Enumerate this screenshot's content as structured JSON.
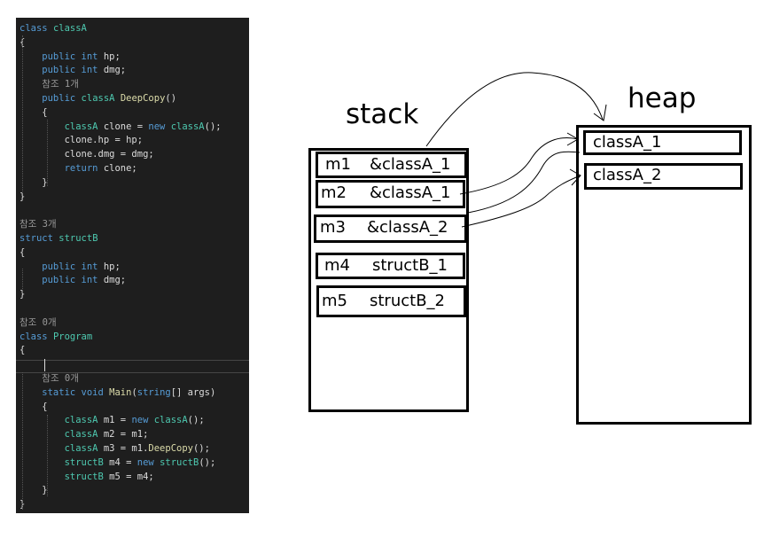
{
  "code": {
    "lines": [
      [
        {
          "t": "class ",
          "c": "kw"
        },
        {
          "t": "classA",
          "c": "type"
        }
      ],
      [
        {
          "t": "{",
          "c": "plain"
        }
      ],
      [
        {
          "t": "    public int ",
          "c": "kw"
        },
        {
          "t": "hp;",
          "c": "plain"
        }
      ],
      [
        {
          "t": "    public int ",
          "c": "kw"
        },
        {
          "t": "dmg;",
          "c": "plain"
        }
      ],
      [
        {
          "t": "    참조 1개",
          "c": "ref"
        }
      ],
      [
        {
          "t": "    public ",
          "c": "kw"
        },
        {
          "t": "classA ",
          "c": "type"
        },
        {
          "t": "DeepCopy",
          "c": "method"
        },
        {
          "t": "()",
          "c": "plain"
        }
      ],
      [
        {
          "t": "    {",
          "c": "plain"
        }
      ],
      [
        {
          "t": "        classA ",
          "c": "type"
        },
        {
          "t": "clone = ",
          "c": "plain"
        },
        {
          "t": "new ",
          "c": "kw"
        },
        {
          "t": "classA",
          "c": "type"
        },
        {
          "t": "();",
          "c": "plain"
        }
      ],
      [
        {
          "t": "        clone.hp = hp;",
          "c": "plain"
        }
      ],
      [
        {
          "t": "        clone.dmg = dmg;",
          "c": "plain"
        }
      ],
      [
        {
          "t": "        return ",
          "c": "kw"
        },
        {
          "t": "clone;",
          "c": "plain"
        }
      ],
      [
        {
          "t": "    }",
          "c": "plain"
        }
      ],
      [
        {
          "t": "}",
          "c": "plain"
        }
      ],
      [],
      [
        {
          "t": "참조 3개",
          "c": "ref"
        }
      ],
      [
        {
          "t": "struct ",
          "c": "kw"
        },
        {
          "t": "structB",
          "c": "type"
        }
      ],
      [
        {
          "t": "{",
          "c": "plain"
        }
      ],
      [
        {
          "t": "    public int ",
          "c": "kw"
        },
        {
          "t": "hp;",
          "c": "plain"
        }
      ],
      [
        {
          "t": "    public int ",
          "c": "kw"
        },
        {
          "t": "dmg;",
          "c": "plain"
        }
      ],
      [
        {
          "t": "}",
          "c": "plain"
        }
      ],
      [],
      [
        {
          "t": "참조 0개",
          "c": "ref"
        }
      ],
      [
        {
          "t": "class ",
          "c": "kw"
        },
        {
          "t": "Program",
          "c": "type"
        }
      ],
      [
        {
          "t": "{",
          "c": "plain"
        }
      ],
      [],
      [
        {
          "t": "    참조 0개",
          "c": "ref"
        }
      ],
      [
        {
          "t": "    static void ",
          "c": "kw"
        },
        {
          "t": "Main",
          "c": "method"
        },
        {
          "t": "(",
          "c": "plain"
        },
        {
          "t": "string",
          "c": "kw"
        },
        {
          "t": "[] args)",
          "c": "plain"
        }
      ],
      [
        {
          "t": "    {",
          "c": "plain"
        }
      ],
      [
        {
          "t": "        classA ",
          "c": "type"
        },
        {
          "t": "m1 = ",
          "c": "plain"
        },
        {
          "t": "new ",
          "c": "kw"
        },
        {
          "t": "classA",
          "c": "type"
        },
        {
          "t": "();",
          "c": "plain"
        }
      ],
      [
        {
          "t": "        classA ",
          "c": "type"
        },
        {
          "t": "m2 = m1;",
          "c": "plain"
        }
      ],
      [
        {
          "t": "        classA ",
          "c": "type"
        },
        {
          "t": "m3 = m1.",
          "c": "plain"
        },
        {
          "t": "DeepCopy",
          "c": "method"
        },
        {
          "t": "();",
          "c": "plain"
        }
      ],
      [
        {
          "t": "        structB ",
          "c": "type"
        },
        {
          "t": "m4 = ",
          "c": "plain"
        },
        {
          "t": "new ",
          "c": "kw"
        },
        {
          "t": "structB",
          "c": "type"
        },
        {
          "t": "();",
          "c": "plain"
        }
      ],
      [
        {
          "t": "        structB ",
          "c": "type"
        },
        {
          "t": "m5 = m4;",
          "c": "plain"
        }
      ],
      [
        {
          "t": "    }",
          "c": "plain"
        }
      ],
      [
        {
          "t": "}",
          "c": "plain"
        }
      ]
    ]
  },
  "diagram": {
    "stack_title": "stack",
    "heap_title": "heap",
    "stack_slots": [
      {
        "name": "m1",
        "value": "&classA_1"
      },
      {
        "name": "m2",
        "value": "&classA_1"
      },
      {
        "name": "m3",
        "value": "&classA_2"
      },
      {
        "name": "m4",
        "value": "structB_1"
      },
      {
        "name": "m5",
        "value": "structB_2"
      }
    ],
    "heap_slots": [
      {
        "name": "classA_1"
      },
      {
        "name": "classA_2"
      }
    ]
  },
  "colors": {
    "code_background": "#1e1e1e",
    "keyword": "#569cd6",
    "type": "#4ec9b0",
    "method": "#dcdcaa",
    "plain": "#dcdcdc",
    "reference_hint": "#999999"
  }
}
